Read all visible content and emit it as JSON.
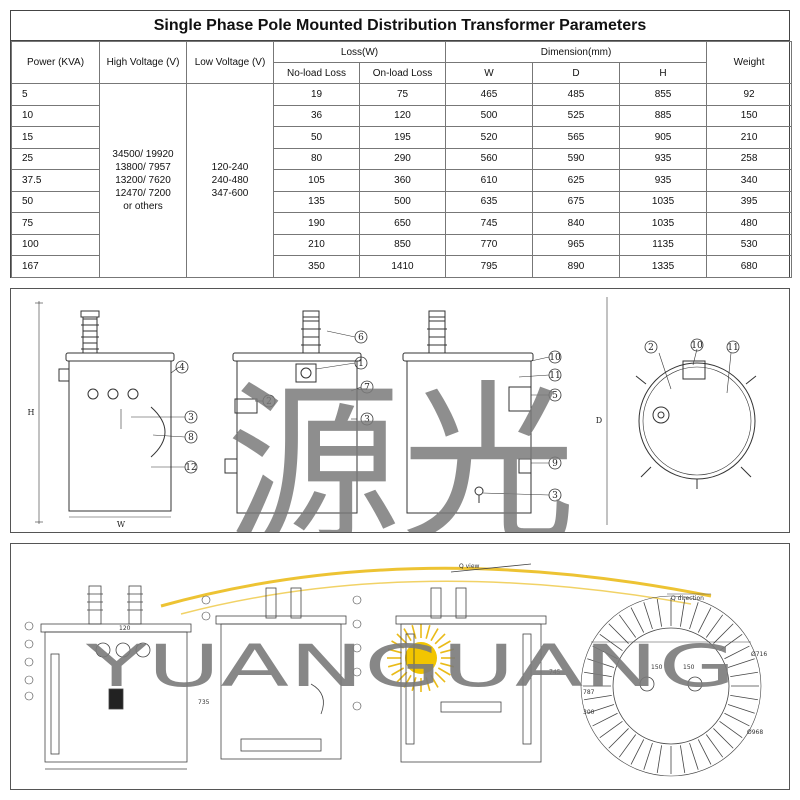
{
  "title": "Single Phase Pole Mounted Distribution Transformer Parameters",
  "headers": {
    "power": "Power (KVA)",
    "high_voltage": "High Voltage (V)",
    "low_voltage": "Low Voltage (V)",
    "loss": "Loss(W)",
    "no_load": "No-load Loss",
    "on_load": "On-load Loss",
    "dimension": "Dimension(mm)",
    "w": "W",
    "d": "D",
    "h": "H",
    "weight": "Weight"
  },
  "high_voltage_lines": [
    "34500/ 19920",
    "13800/ 7957",
    "13200/ 7620",
    "12470/ 7200",
    "or others"
  ],
  "low_voltage_lines": [
    "120-240",
    "240-480",
    "347-600"
  ],
  "rows": [
    {
      "power": "5",
      "no_load": "19",
      "on_load": "75",
      "w": "465",
      "d": "485",
      "h": "855",
      "weight": "92"
    },
    {
      "power": "10",
      "no_load": "36",
      "on_load": "120",
      "w": "500",
      "d": "525",
      "h": "885",
      "weight": "150"
    },
    {
      "power": "15",
      "no_load": "50",
      "on_load": "195",
      "w": "520",
      "d": "565",
      "h": "905",
      "weight": "210"
    },
    {
      "power": "25",
      "no_load": "80",
      "on_load": "290",
      "w": "560",
      "d": "590",
      "h": "935",
      "weight": "258"
    },
    {
      "power": "37.5",
      "no_load": "105",
      "on_load": "360",
      "w": "610",
      "d": "625",
      "h": "935",
      "weight": "340"
    },
    {
      "power": "50",
      "no_load": "135",
      "on_load": "500",
      "w": "635",
      "d": "675",
      "h": "1035",
      "weight": "395"
    },
    {
      "power": "75",
      "no_load": "190",
      "on_load": "650",
      "w": "745",
      "d": "840",
      "h": "1035",
      "weight": "480"
    },
    {
      "power": "100",
      "no_load": "210",
      "on_load": "850",
      "w": "770",
      "d": "965",
      "h": "1135",
      "weight": "530"
    },
    {
      "power": "167",
      "no_load": "350",
      "on_load": "1410",
      "w": "795",
      "d": "890",
      "h": "1335",
      "weight": "680"
    }
  ],
  "drawing_a": {
    "dim_h": "H",
    "dim_w": "W",
    "dim_d": "D",
    "callouts_front": [
      "4",
      "3",
      "8",
      "12"
    ],
    "callouts_side": [
      "6",
      "1",
      "2",
      "7",
      "3"
    ],
    "callouts_rear": [
      "10",
      "11",
      "5",
      "9",
      "3"
    ],
    "callouts_top": [
      "2",
      "10",
      "11"
    ],
    "watermark_cn": "源光"
  },
  "drawing_b": {
    "q_view": "Q view",
    "q_direction": "Q direction",
    "dim_120": "120",
    "dim_150a": "150",
    "dim_150b": "150",
    "dim_716": "Ø716",
    "dim_968": "Ø968",
    "dim_735": "735",
    "dim_745": "745",
    "dim_787": "787",
    "dim_300": "300",
    "watermark_en": "YUANGUANG"
  },
  "colors": {
    "line": "#333333",
    "watermark": "#7a7a7a",
    "sun": "#e8b400"
  }
}
